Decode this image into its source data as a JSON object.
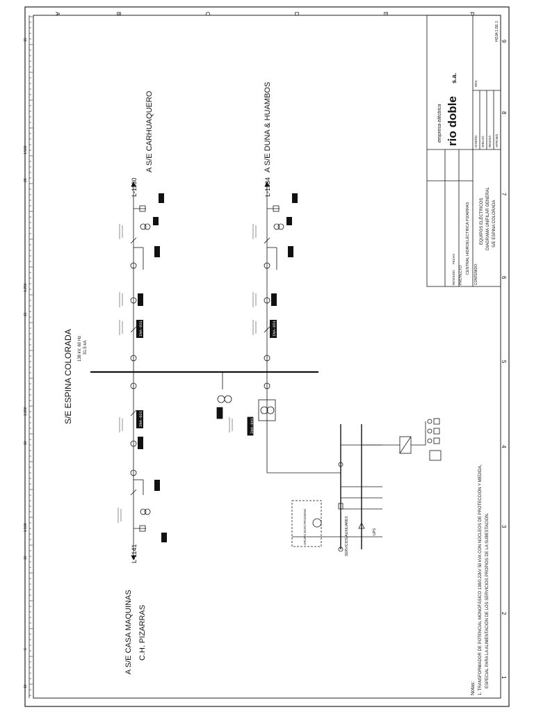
{
  "border": {
    "rows": [
      "A",
      "B",
      "C",
      "D",
      "E",
      "F"
    ],
    "cols": [
      "1",
      "2",
      "3",
      "4",
      "5",
      "6",
      "7",
      "8",
      "9"
    ]
  },
  "ruler": {
    "ticks": [
      "10",
      "5",
      "10",
      "1:500",
      "20",
      "15",
      "1:250",
      "15",
      "10",
      "1:200",
      "10",
      "5",
      "1:100",
      "10",
      "5",
      "1:50"
    ]
  },
  "stations": {
    "carhuaquero": "A S/E CARHUAQUERO",
    "duna": "A S/E DUNA & HUAMBOS",
    "casa_line1": "A S/E CASA MAQUINAS",
    "casa_line2": "C.H. PIZARRAS"
  },
  "busbar": {
    "title": "S/E ESPINA COLORADA",
    "voltage": "138 kV, 60 Hz",
    "current": "31.5 kA"
  },
  "lines": {
    "l1130": "L-1130",
    "l1334": "L-1334",
    "l1141": "L-1141"
  },
  "equipment_tags": [
    "INA-031",
    "INA-021",
    "INA-011",
    "INA-051",
    "INA-041"
  ],
  "services": {
    "label": "SERVICIOS AUXILIARES",
    "generator": "GRUPO ELECTROGENO",
    "ups": "UPS"
  },
  "notes": {
    "title": "Notas:",
    "line1": "1. TRANSFORMADOR DE POTENCIAL MONOFÁSICO 138/0.22kV 50 kVA CON NÚCLEOS DE PROTECCIÓN Y MEDIDA,",
    "line2": "ESPECIAL PARA LA ALIMENTACIÓN DE LOS SERVICIOS PROPIOS DE LA SUBESTACIÓN."
  },
  "title_block": {
    "company_top": "empresa eléctrica",
    "company": "rio doble",
    "company_suffix": "s.a.",
    "proyecto_label": "PROYECTO:",
    "proyecto": "CENTRAL HIDROELÉCTRICA PIZARRAS",
    "contenido_label": "CONTENIDO:",
    "contenido1": "EQUIPOS ELÉCTRICOS",
    "contenido2": "DIAGRAMA UNIFILAR GENERAL",
    "contenido3": "S/E ESPINA COLORADA",
    "revision": "REVISIÓN",
    "fecha": "FECHA",
    "rev": "REV.",
    "sheet": "HOJA 1 DE 1",
    "disenado": "DISEÑO",
    "dibujado": "DIBUJO",
    "revisado": "REVISÓ",
    "aprobado": "APROBÓ"
  }
}
